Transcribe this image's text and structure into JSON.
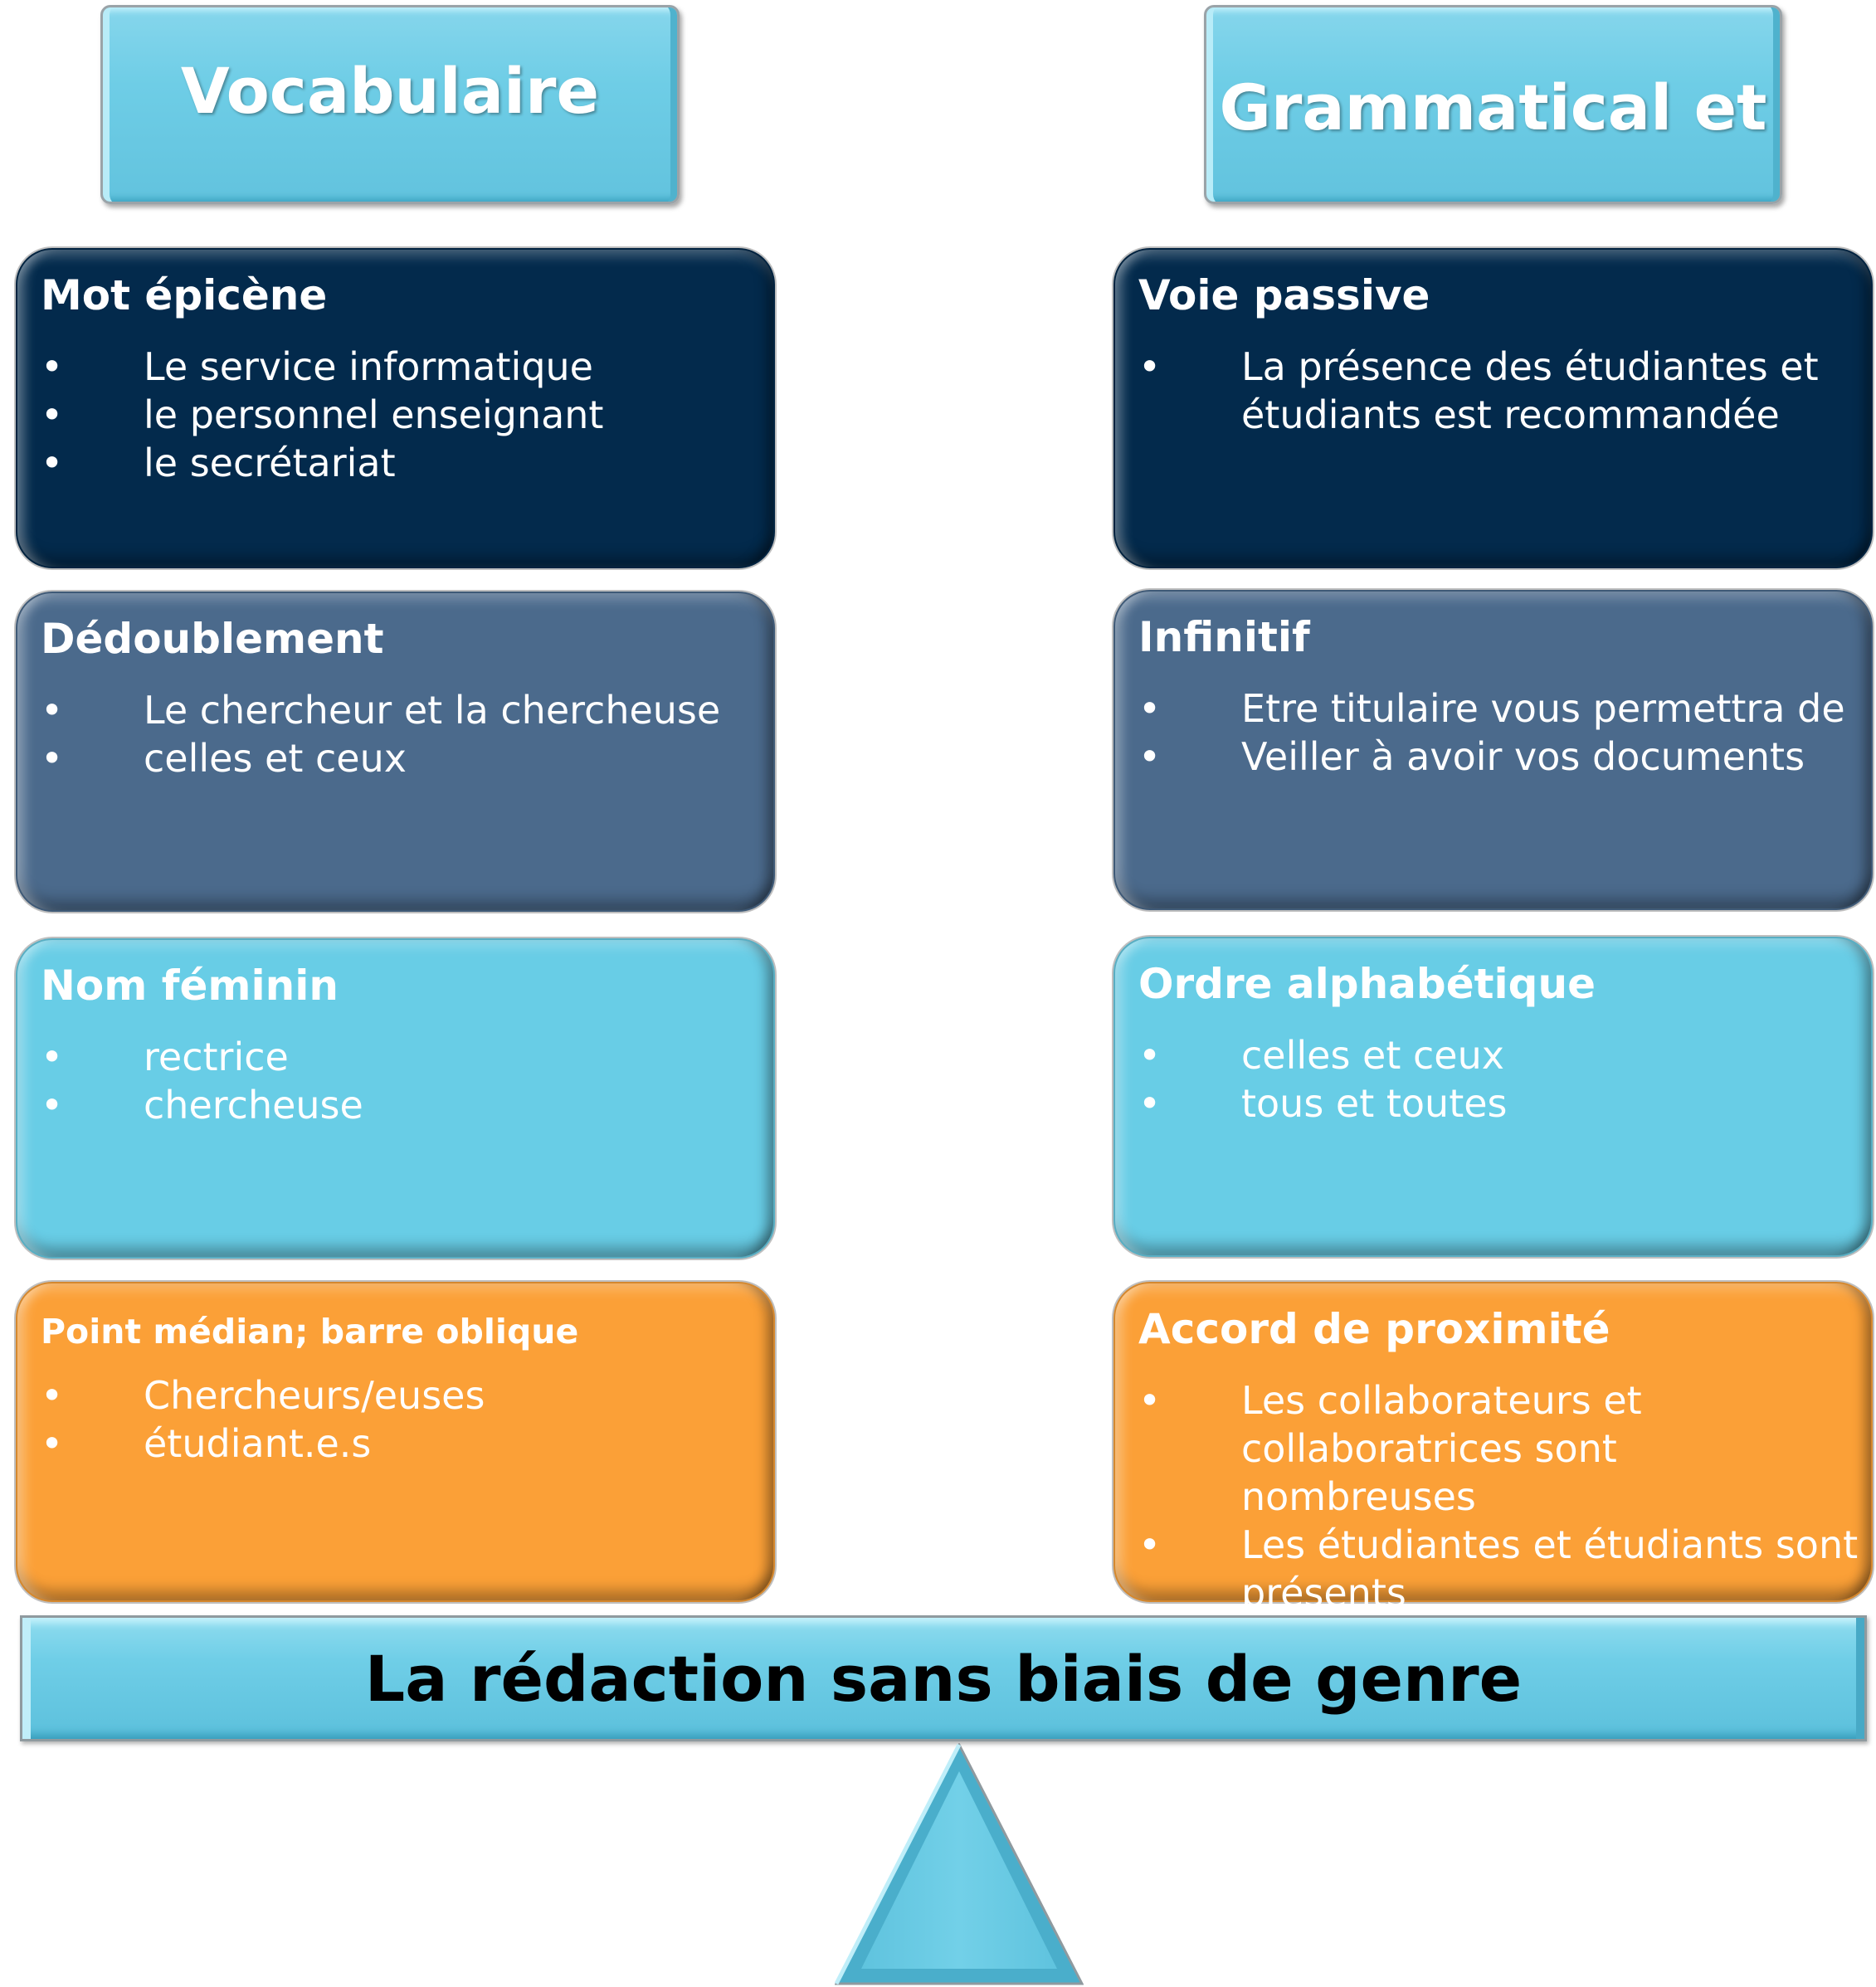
{
  "headers": {
    "left": "Vocabulaire",
    "right": "Grammatical et"
  },
  "left_column": [
    {
      "title": "Mot épicène",
      "items": [
        "Le service informatique",
        "le personnel enseignant",
        "le secrétariat"
      ]
    },
    {
      "title": "Dédoublement",
      "items": [
        "Le chercheur et la chercheuse",
        "celles et ceux"
      ]
    },
    {
      "title": "Nom féminin",
      "items": [
        "rectrice",
        "chercheuse"
      ]
    },
    {
      "title": "Point médian; barre oblique",
      "items": [
        "Chercheurs/euses",
        "étudiant.e.s"
      ]
    }
  ],
  "right_column": [
    {
      "title": "Voie passive",
      "items": [
        "La présence des étudiantes et étudiants est recommandée"
      ]
    },
    {
      "title": "Infinitif",
      "items": [
        "Etre titulaire vous permettra de",
        "Veiller à avoir vos documents"
      ]
    },
    {
      "title": "Ordre alphabétique",
      "items": [
        "celles et ceux",
        "tous et toutes"
      ]
    },
    {
      "title": "Accord de proximité",
      "items": [
        "Les collaborateurs et collaboratrices sont nombreuses",
        "Les étudiantes et étudiants sont présents"
      ]
    }
  ],
  "beam_label": "La rédaction sans biais de genre",
  "bullet_symbol": "•",
  "colors": {
    "navy": "#032a4c",
    "slate": "#4b6a8c",
    "cyan": "#68cde6",
    "orange": "#fba037"
  }
}
